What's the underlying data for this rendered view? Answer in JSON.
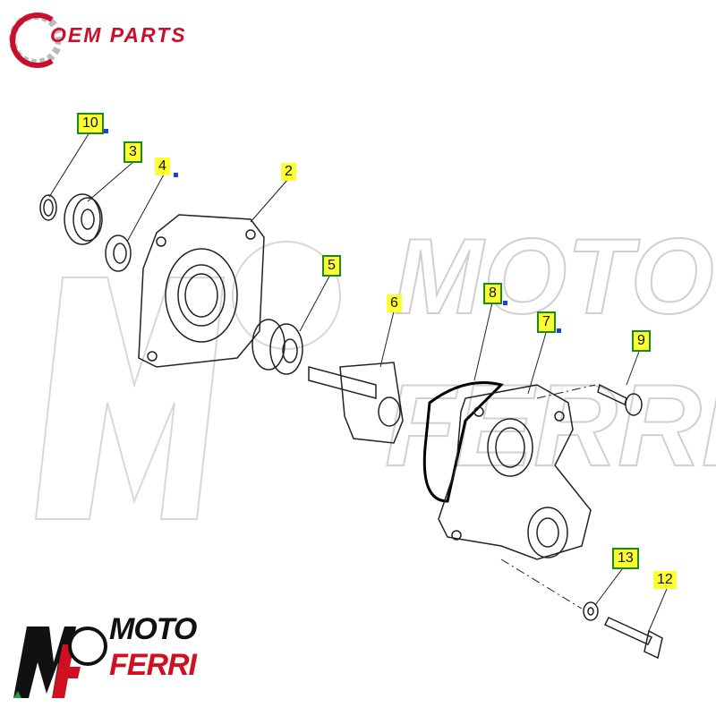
{
  "header_logo": {
    "text": "OEM PARTS"
  },
  "footer_logo": {
    "line1": "MOTO",
    "line2": "FERRI",
    "monogram": "MF"
  },
  "watermark": {
    "line1": "MOTO",
    "line2": "FERRI",
    "monogram": "MF"
  },
  "callouts": [
    {
      "id": "10",
      "boxed": true
    },
    {
      "id": "3",
      "boxed": true
    },
    {
      "id": "4",
      "boxed": false
    },
    {
      "id": "2",
      "boxed": false
    },
    {
      "id": "5",
      "boxed": true
    },
    {
      "id": "6",
      "boxed": false
    },
    {
      "id": "8",
      "boxed": true
    },
    {
      "id": "7",
      "boxed": true
    },
    {
      "id": "9",
      "boxed": true
    },
    {
      "id": "13",
      "boxed": true
    },
    {
      "id": "12",
      "boxed": false
    }
  ],
  "colors": {
    "callout_bg": "#ffff33",
    "callout_border": "#1a8a1a",
    "brand_red": "#c8102e"
  }
}
